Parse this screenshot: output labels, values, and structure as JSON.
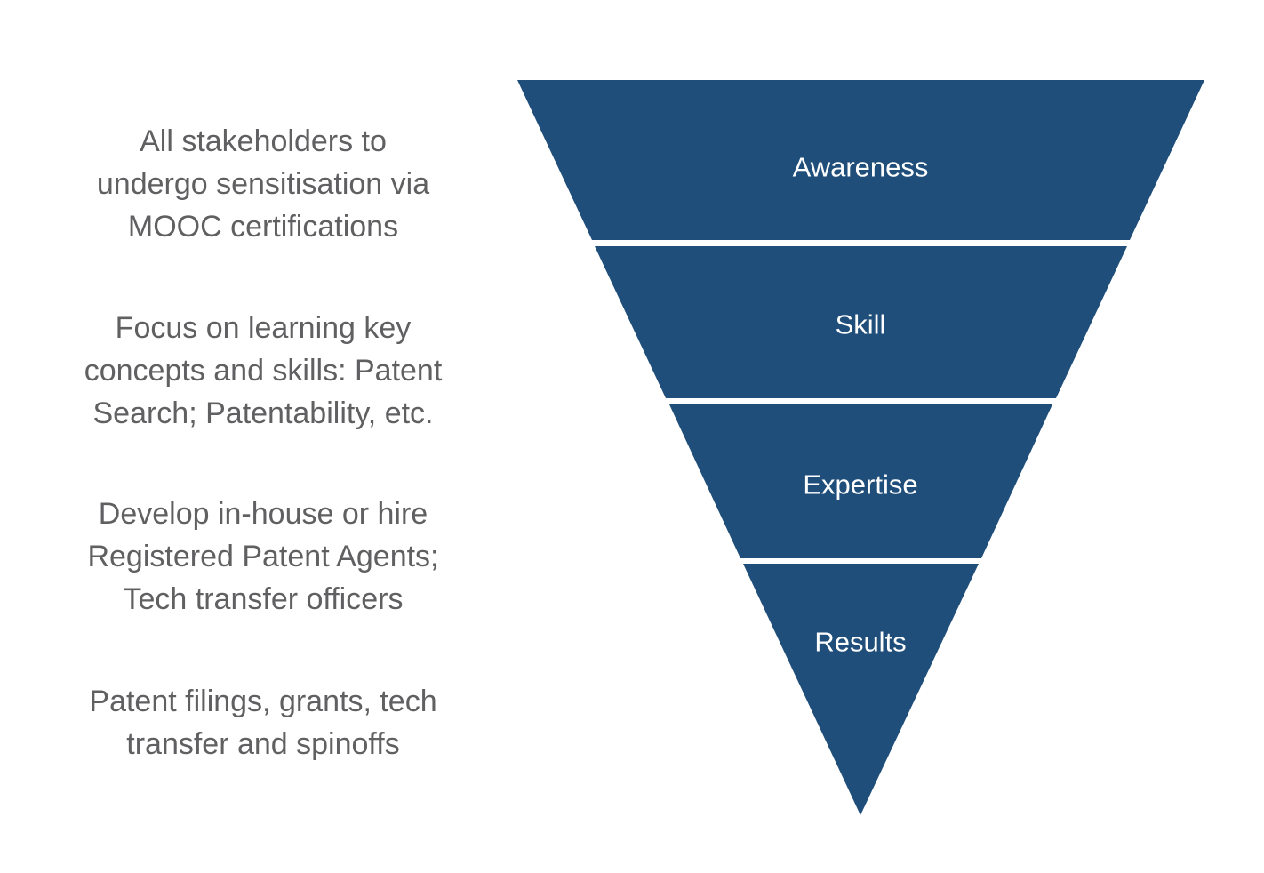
{
  "diagram": {
    "type": "inverted-pyramid-funnel",
    "background_color": "#ffffff",
    "funnel_color": "#1f4e7a",
    "stage_label_color": "#ffffff",
    "description_color": "#606062",
    "stages": [
      {
        "label": "Awareness",
        "description": "All stakeholders to undergo sensitisation via MOOC certifications",
        "lines": [
          "All stakeholders to",
          "undergo sensitisation via",
          "MOOC certifications"
        ]
      },
      {
        "label": "Skill",
        "description": "Focus on learning key concepts and skills: Patent Search; Patentability, etc.",
        "lines": [
          "Focus on learning key",
          "concepts and skills: Patent",
          "Search; Patentability, etc."
        ]
      },
      {
        "label": "Expertise",
        "description": "Develop in-house or hire Registered Patent Agents; Tech transfer officers",
        "lines": [
          "Develop in-house or hire",
          "Registered Patent Agents;",
          "Tech transfer officers"
        ]
      },
      {
        "label": "Results",
        "description": "Patent filings, grants, tech transfer and spinoffs",
        "lines": [
          "Patent filings, grants, tech",
          "transfer and spinoffs"
        ]
      }
    ]
  }
}
